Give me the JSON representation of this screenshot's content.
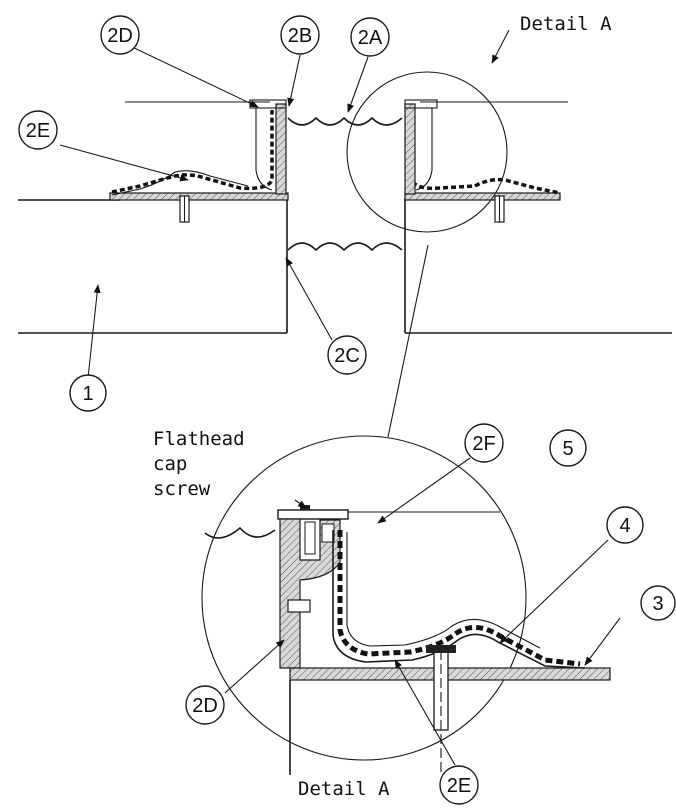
{
  "labels": {
    "detail_a_top": "Detail A",
    "detail_a_bottom": "Detail A",
    "flathead": [
      "Flathead",
      "cap",
      "screw"
    ]
  },
  "callouts": {
    "c_2d_top": "2D",
    "c_2b": "2B",
    "c_2a": "2A",
    "c_2e_top": "2E",
    "c_1": "1",
    "c_2c": "2C",
    "c_2f": "2F",
    "c_5": "5",
    "c_4": "4",
    "c_3": "3",
    "c_2d_bottom": "2D",
    "c_2e_bottom": "2E"
  }
}
